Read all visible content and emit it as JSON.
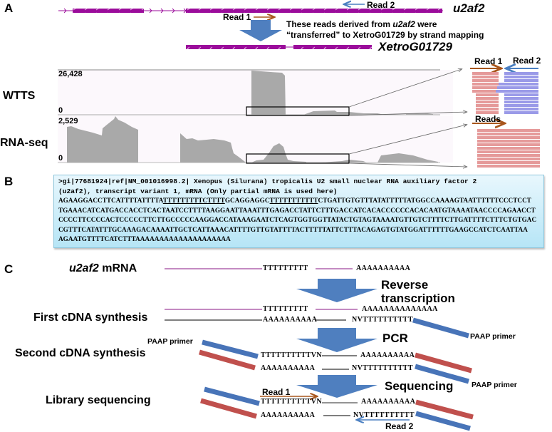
{
  "panels": {
    "a": {
      "label": "A",
      "gene_top": "u2af2",
      "gene_bottom": "XetroG01729",
      "read1": "Read 1",
      "read2": "Read 2",
      "note_line1_pre": "These reads derived from ",
      "note_line1_ital": "u2af2",
      "note_line1_post": " were",
      "note_line2": "“transferred” to XetroG01729 by strand mapping",
      "tracks": [
        {
          "name": "WTTS",
          "max": "26,428",
          "min": "0"
        },
        {
          "name": "RNA-seq",
          "max": "2,529",
          "min": "0"
        }
      ],
      "inset_wtts": {
        "read1": "Read 1",
        "read2": "Read 2"
      },
      "inset_rnaseq": {
        "reads": "Reads"
      },
      "colors": {
        "gene": "#9b0c9b",
        "read1_arrow": "#a8561c",
        "read2_arrow": "#4a7fc1",
        "coverage": "#a9a9a9",
        "read_pink": "#e08a8a",
        "read_blue": "#8f8fe6",
        "big_arrow": "#4f7fbf"
      }
    },
    "b": {
      "label": "B",
      "header_line1": ">gi|77681924|ref|NM_001016998.2| Xenopus (Silurana) tropicalis U2 small nuclear RNA auxiliary factor 2",
      "header_line2": "(u2af2), transcript variant 1, mRNA (Only partial mRNA is used here)",
      "seq_line1": [
        {
          "t": "AGAAGGACCTTCATTTTATTTTA",
          "u": false
        },
        {
          "t": "TTTTTTTTTCTTTT",
          "u": true
        },
        {
          "t": "GCAGGAGGC",
          "u": false
        },
        {
          "t": "TTTTTTTTTTT",
          "u": true
        },
        {
          "t": "CTGATTGTGTTTATATTTTTATGGCCAAAAGTAATTTTTTCCCTCCT",
          "u": false
        }
      ],
      "seq_line2": "TGAAACATCATGACCACCTCACTAATCCTTTTAAGGAATTAAATTTGAGACCTATTCTTTGACCATCACACCCCCCACACAATGTAAAATAACCCCAGAACCT",
      "seq_line3": "CCCCTTCCCCACTCCCCCTTCTTGCCCCCAAGGACCATAAAGAATCTCAGTGGTGGTTATACTGTAGTAAAATGTTGTCTTTTCTTGATTTTCTTTCTGTGAC",
      "seq_line4": "CGTTTCATATTTGCAAAGACAAAATTGCTCATTAAACATTTTGTTGTATTTTACTTTTTATTCTTTACAGAGTGTATGGATTTTTTGAAGCCATCTCAATTAA",
      "seq_line5": "AGAATGTTTTCATCTTTAAAAAAAAAAAAAAAAAAAA"
    },
    "c": {
      "label": "C",
      "steps": {
        "mrna_ital": "u2af2",
        "mrna_rest": " mRNA",
        "first": "First cDNA synthesis",
        "second": "Second cDNA synthesis",
        "library": "Library sequencing"
      },
      "actions": {
        "rt_line1": "Reverse",
        "rt_line2": "transcription",
        "pcr": "PCR",
        "seq": "Sequencing"
      },
      "nts": {
        "mrna_t": "TTTTTTTTT",
        "mrna_a": "AAAAAAAAAA",
        "first_top_t": "TTTTTTTTT",
        "first_top_a": "AAAAAAAAAAAAAA",
        "first_bot_a": "AAAAAAAAAA",
        "first_bot_nv": "NVTTTTTTTTTT",
        "second_top_t": "TTTTTTTTTTVN",
        "second_top_a": "AAAAAAAAAA",
        "second_bot_a": "AAAAAAAAAA",
        "second_bot_nv": "NVTTTTTTTTTT",
        "lib_top_t": "TTTTTTTTTTVN",
        "lib_top_a": "AAAAAAAAAA",
        "lib_bot_a": "AAAAAAAAAA",
        "lib_bot_nv": "NVTTTTTTTTTT"
      },
      "primer": "PAAP primer",
      "read1": "Read 1",
      "read2": "Read 2",
      "colors": {
        "mrna_line": "#a0449e",
        "primer_blue": "#4874b8",
        "primer_red": "#c0504d"
      }
    }
  }
}
